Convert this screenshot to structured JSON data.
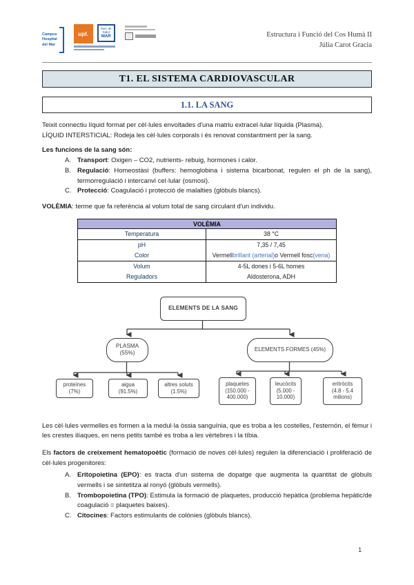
{
  "colors": {
    "accent_blue": "#2f5496",
    "table_header_bg": "#b2b2e0",
    "title_box_bg": "#d9e3e8",
    "upf_orange": "#e87722",
    "logo_blue": "#1b5fae",
    "value_blue": "#4472c4"
  },
  "header": {
    "course": "Estructura i Funció del Cos Humà II",
    "author": "Júlia Carot Gracia",
    "logos": {
      "campus_lines": [
        "Campus",
        "Hospital",
        "del Mar"
      ],
      "upf": "upf.",
      "mar_lines": [
        "Parc de",
        "Salut",
        "MAR"
      ]
    }
  },
  "title": "T1. EL SISTEMA CARDIOVASCULAR",
  "subtitle": "1.1. LA SANG",
  "intro": {
    "line1": "Teixit connectiu líquid format per cèl·lules envoltades d'una matriu extracel·lular líquida (Plasma).",
    "line2": "LÍQUID INTERSTICIAL: Rodeja les cèl·lules corporals i és renovat constantment per la sang."
  },
  "functions": {
    "heading": "Les funcions de la sang són:",
    "items": [
      {
        "marker": "A.",
        "lead": "Transport",
        "text": ": Oxigen – CO2, nutrients- rebuig, hormones i calor."
      },
      {
        "marker": "B.",
        "lead": "Regulació",
        "text": ": Homeostàsi (buffers: hemoglobina i sistema bicarbonat, regulen el ph de la sang), termorregulació i intercanvi cel·lular (osmosi)."
      },
      {
        "marker": "C.",
        "lead": "Protecció",
        "text": ": Coagulació i protecció de malalties (glòbuls blancs)."
      }
    ]
  },
  "volemia": {
    "lead": "VOLÈMIA",
    "text": ": terme que fa referència al volum total de sang circulant d'un individu."
  },
  "table": {
    "title": "VOLÈMIA",
    "rows": [
      {
        "label": "Temperatura",
        "value": "38 °C"
      },
      {
        "label": "pH",
        "value": "7,35 / 7,45"
      },
      {
        "label": "Color",
        "value_parts": {
          "a": "Vermell ",
          "b": "brillant (arterial)",
          "c": " o Vermell fosc ",
          "d": "(vena)"
        }
      },
      {
        "label": "Volum",
        "value": "4-5L dones i 5-6L homes"
      },
      {
        "label": "Reguladors",
        "value": "Aldosterona, ADH"
      }
    ]
  },
  "diagram": {
    "root": "ELEMENTS DE LA SANG",
    "plasma": {
      "line1": "PLASMA",
      "line2": "(55%)"
    },
    "formes": "ELEMENTS FORMES (45%)",
    "plasma_children": [
      {
        "line1": "proteïnes",
        "line2": "(7%)"
      },
      {
        "line1": "aigua",
        "line2": "(91.5%)"
      },
      {
        "line1": "altres soluts",
        "line2": "(1.5%)"
      }
    ],
    "formes_children": [
      {
        "line1": "plaquetes",
        "line2": "(150.000 -",
        "line3": "400.000)"
      },
      {
        "line1": "leucòcits",
        "line2": "(5.000 -",
        "line3": "10.000)"
      },
      {
        "line1": "eritròcits",
        "line2": "(4.8 - 5.4",
        "line3": "milions)"
      }
    ]
  },
  "marrow_paragraph": "Les cèl·lules vermelles es formen a la medul·la òssia sanguínia, que es troba a les costelles, l'esternón, el fèmur i les crestes ilíaques, en nens petits també es troba a les vèrtebres i la tíbia.",
  "growth": {
    "lead": "Els ",
    "bold": "factors de creixement hematopoètic",
    "rest": " (formació de noves cèl·lules) regulen la diferenciació i proliferació de cèl·lules progenitores:",
    "items": [
      {
        "marker": "A.",
        "lead": "Eritopoietina (EPO)",
        "text": ": es tracta d'un sistema de dopatge que augmenta la quantitat de glòbuls vermells i se sintetitza al ronyó (glòbuls vermells)."
      },
      {
        "marker": "B.",
        "lead": "Trombopoietina (TPO)",
        "text": ": Estimula la formació de plaquetes, producció hepàtica (problema hepàtic/de coagulació = plaquetes baixes)."
      },
      {
        "marker": "C.",
        "lead": "Citocines",
        "text": ": Factors estimulants de colònies (glòbuls blancs)."
      }
    ]
  },
  "page": {
    "number": "1"
  }
}
